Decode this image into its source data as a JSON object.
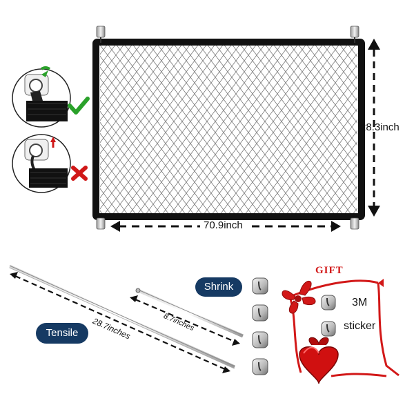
{
  "gate": {
    "height_label": "28.3inch",
    "width_label": "70.9inch"
  },
  "hooks": {
    "correct_mark_icon": "check-mark-icon",
    "wrong_mark_icon": "x-mark-icon"
  },
  "rods": {
    "tensile_label": "Tensile",
    "shrink_label": "Shrink",
    "long_length": "28.7inches",
    "short_length": "8.7inches"
  },
  "gift": {
    "title": "GIFT",
    "line1": "3M",
    "line2": "sticker"
  },
  "colors": {
    "pill": "#163a63",
    "check": "#2aa12a",
    "cross": "#d01818",
    "ribbon": "#d21818"
  }
}
